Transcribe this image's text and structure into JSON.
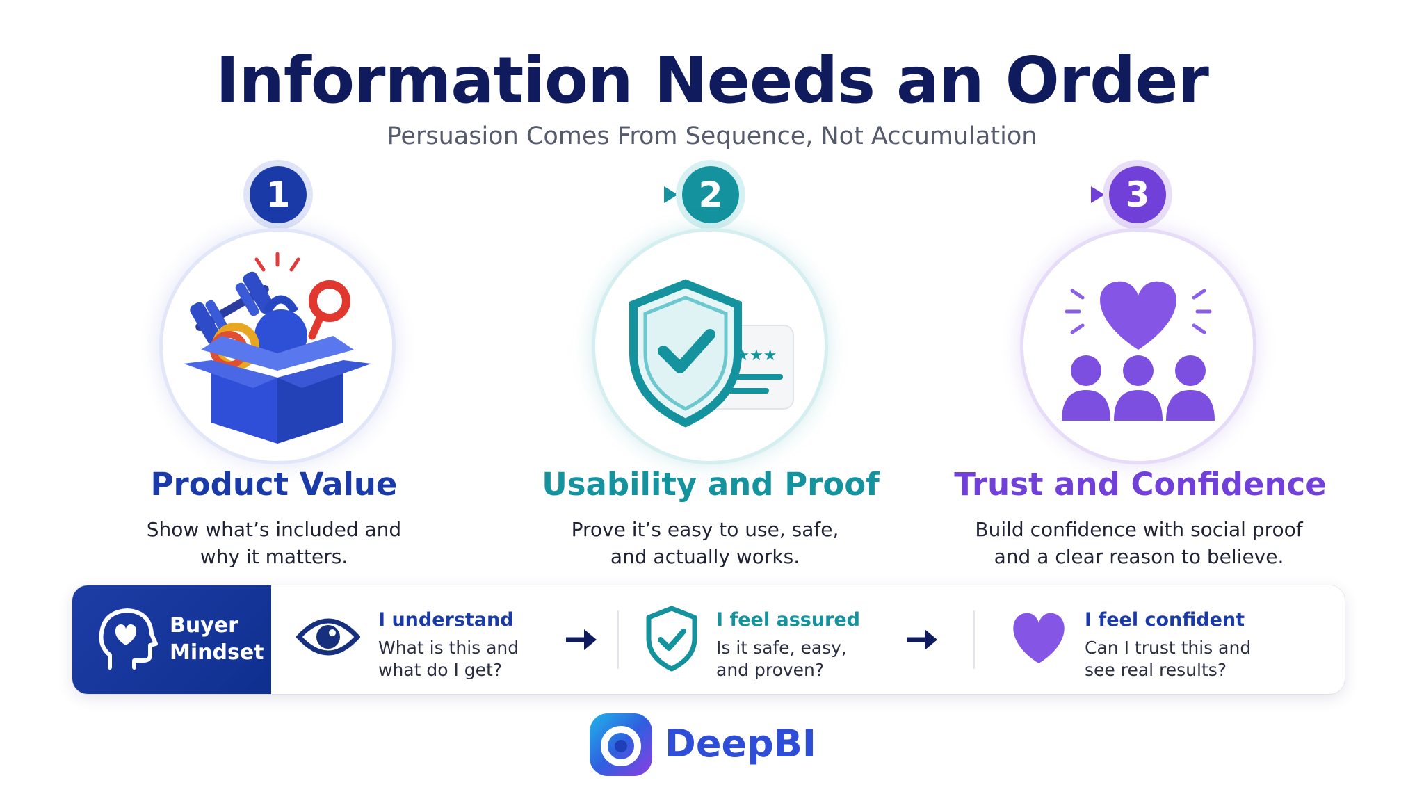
{
  "header": {
    "title": "Information Needs an Order",
    "subtitle": "Persuasion Comes From Sequence, Not Accumulation"
  },
  "steps": [
    {
      "number": "1",
      "title": "Product Value",
      "desc_line1": "Show what’s included and",
      "desc_line2": "why it matters.",
      "color": "#1a3aa8",
      "icon": "fitness-box-icon"
    },
    {
      "number": "2",
      "title": "Usability and Proof",
      "desc_line1": "Prove it’s easy to use, safe,",
      "desc_line2": "and actually works.",
      "color": "#14939f",
      "icon": "shield-check-icon"
    },
    {
      "number": "3",
      "title": "Trust and Confidence",
      "desc_line1": "Build confidence with social proof",
      "desc_line2": "and a clear reason to believe.",
      "color": "#7040d8",
      "icon": "heart-people-icon"
    }
  ],
  "mindset": {
    "label_line1": "Buyer",
    "label_line2": "Mindset",
    "items": [
      {
        "heading": "I understand",
        "line1": "What is this and",
        "line2": "what do I get?",
        "icon": "eye-icon",
        "color": "#1a3aa8"
      },
      {
        "heading": "I feel assured",
        "line1": "Is it safe, easy,",
        "line2": "and proven?",
        "icon": "shield-check-icon",
        "color": "#14939f"
      },
      {
        "heading": "I feel confident",
        "line1": "Can I trust this and",
        "line2": "see real results?",
        "icon": "heart-icon",
        "color": "#1a3aa8"
      }
    ]
  },
  "brand": {
    "name": "DeepBI"
  }
}
